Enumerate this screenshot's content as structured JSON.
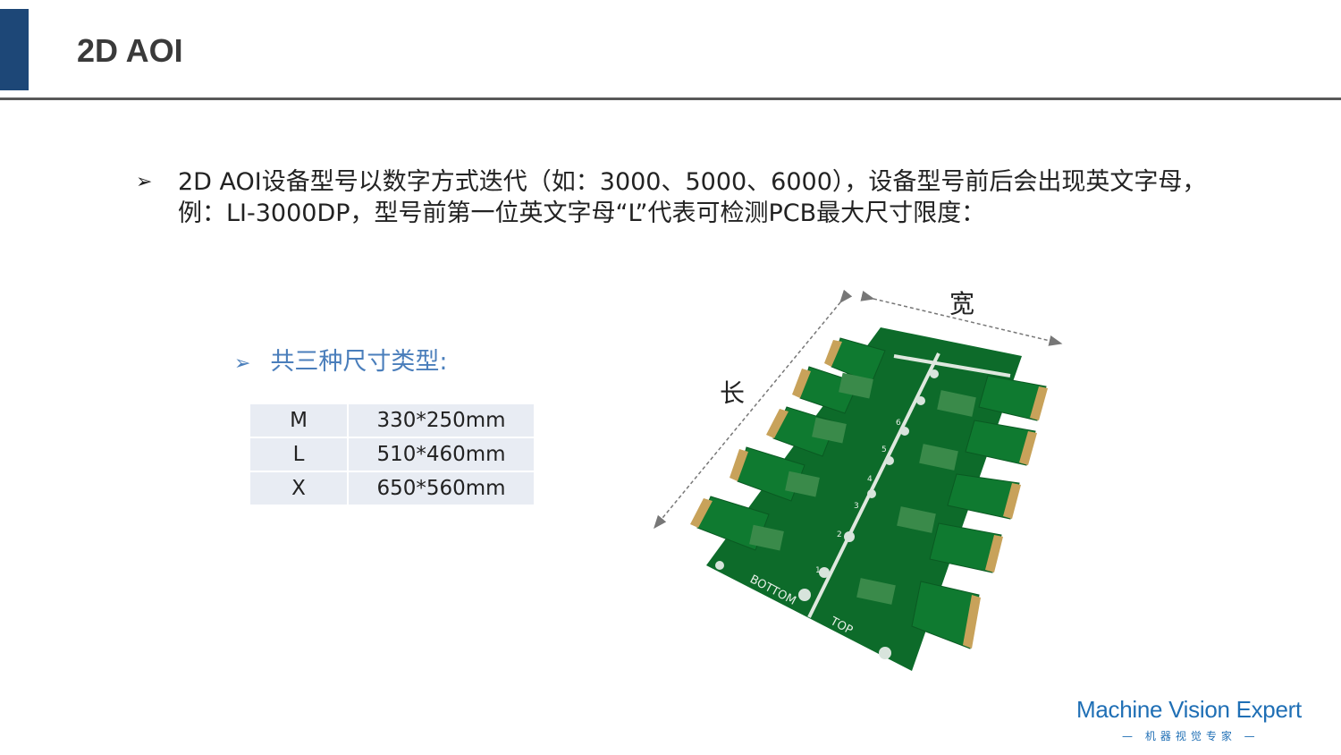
{
  "header": {
    "title": "2D AOI"
  },
  "intro": {
    "bullet_icon": "arrow-bullet-icon",
    "text": "2D AOI设备型号以数字方式迭代（如：3000、5000、6000），设备型号前后会出现英文字母，例：LI-3000DP，型号前第一位英文字母“L”代表可检测PCB最大尺寸限度："
  },
  "sizes": {
    "heading": "共三种尺寸类型:",
    "rows": [
      {
        "type": "M",
        "size": "330*250mm"
      },
      {
        "type": "L",
        "size": "510*460mm"
      },
      {
        "type": "X",
        "size": "650*560mm"
      }
    ]
  },
  "figure": {
    "length_label": "长",
    "width_label": "宽",
    "silk_bottom": "BOTTOM",
    "silk_top": "TOP",
    "silk_numbers": [
      "1",
      "2",
      "3",
      "4",
      "5",
      "6"
    ]
  },
  "logo": {
    "name": "Machine Vision Expert",
    "subtitle": "机器视觉专家"
  },
  "colors": {
    "accent": "#1d4777",
    "subheading": "#4a7ebb",
    "pcb": "#0d6b2a",
    "logo": "#1f6fb5"
  }
}
